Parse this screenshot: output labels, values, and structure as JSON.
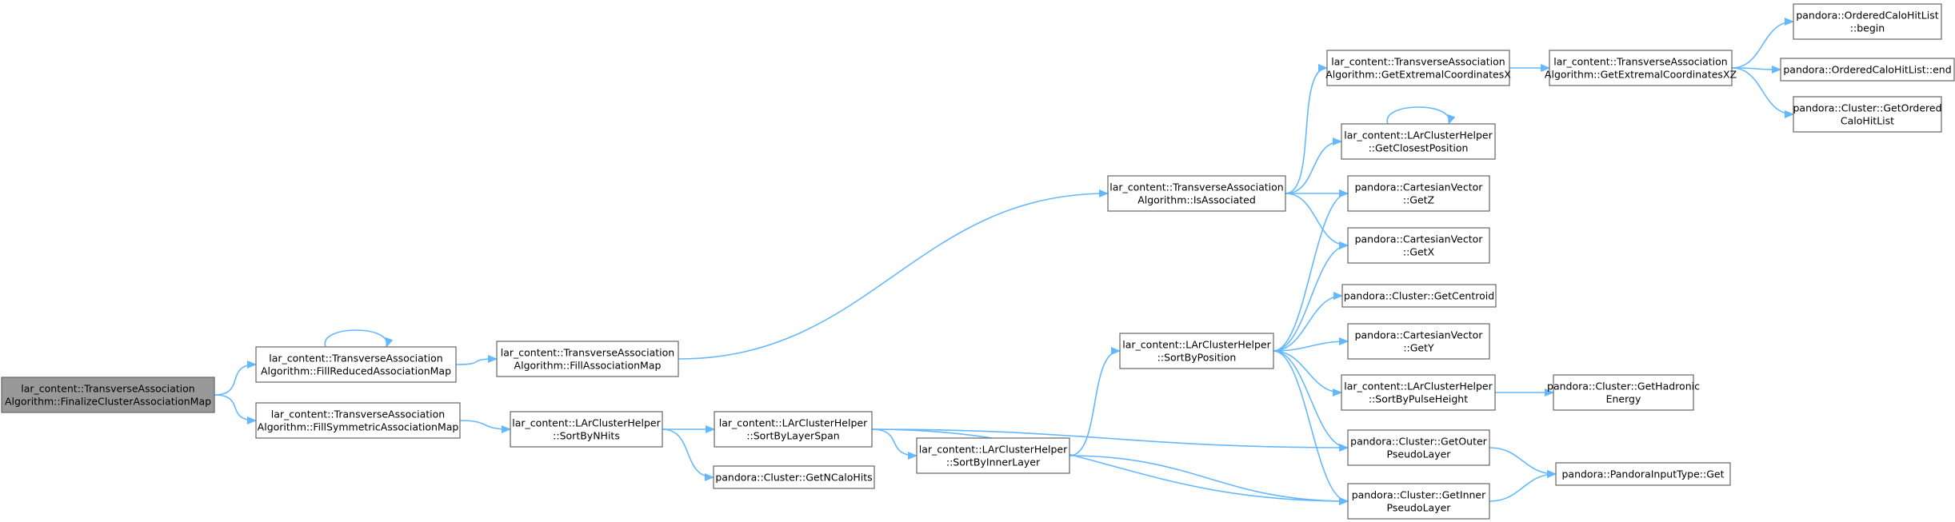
{
  "nodes": {
    "finalize": [
      "lar_content::TransverseAssociation",
      "Algorithm::FinalizeClusterAssociationMap"
    ],
    "fillReduced": [
      "lar_content::TransverseAssociation",
      "Algorithm::FillReducedAssociationMap"
    ],
    "fillSymmetric": [
      "lar_content::TransverseAssociation",
      "Algorithm::FillSymmetricAssociationMap"
    ],
    "fillAssociation": [
      "lar_content::TransverseAssociation",
      "Algorithm::FillAssociationMap"
    ],
    "sortByNHits": [
      "lar_content::LArClusterHelper",
      "::SortByNHits"
    ],
    "sortByLayerSpan": [
      "lar_content::LArClusterHelper",
      "::SortByLayerSpan"
    ],
    "getNCaloHits": [
      "pandora::Cluster::GetNCaloHits"
    ],
    "sortByInnerLayer": [
      "lar_content::LArClusterHelper",
      "::SortByInnerLayer"
    ],
    "isAssociated": [
      "lar_content::TransverseAssociation",
      "Algorithm::IsAssociated"
    ],
    "sortByPosition": [
      "lar_content::LArClusterHelper",
      "::SortByPosition"
    ],
    "getExtremalX": [
      "lar_content::TransverseAssociation",
      "Algorithm::GetExtremalCoordinatesX"
    ],
    "getClosestPosition": [
      "lar_content::LArClusterHelper",
      "::GetClosestPosition"
    ],
    "getZ": [
      "pandora::CartesianVector",
      "::GetZ"
    ],
    "getX": [
      "pandora::CartesianVector",
      "::GetX"
    ],
    "getCentroid": [
      "pandora::Cluster::GetCentroid"
    ],
    "getY": [
      "pandora::CartesianVector",
      "::GetY"
    ],
    "sortByPulseHeight": [
      "lar_content::LArClusterHelper",
      "::SortByPulseHeight"
    ],
    "getOuterPseudoLayer": [
      "pandora::Cluster::GetOuter",
      "PseudoLayer"
    ],
    "getInnerPseudoLayer": [
      "pandora::Cluster::GetInner",
      "PseudoLayer"
    ],
    "getExtremalXZ": [
      "lar_content::TransverseAssociation",
      "Algorithm::GetExtremalCoordinatesXZ"
    ],
    "hitListBegin": [
      "pandora::OrderedCaloHitList",
      "::begin"
    ],
    "hitListEnd": [
      "pandora::OrderedCaloHitList::end"
    ],
    "getOrderedCaloHitList": [
      "pandora::Cluster::GetOrdered",
      "CaloHitList"
    ],
    "getHadronicEnergy": [
      "pandora::Cluster::GetHadronic",
      "Energy"
    ],
    "inputTypeGet": [
      "pandora::PandoraInputType::Get"
    ]
  },
  "colors": {
    "root_fill": "#999999",
    "node_fill": "#ffffff",
    "node_border": "#666666",
    "edge": "#63b8ff"
  }
}
